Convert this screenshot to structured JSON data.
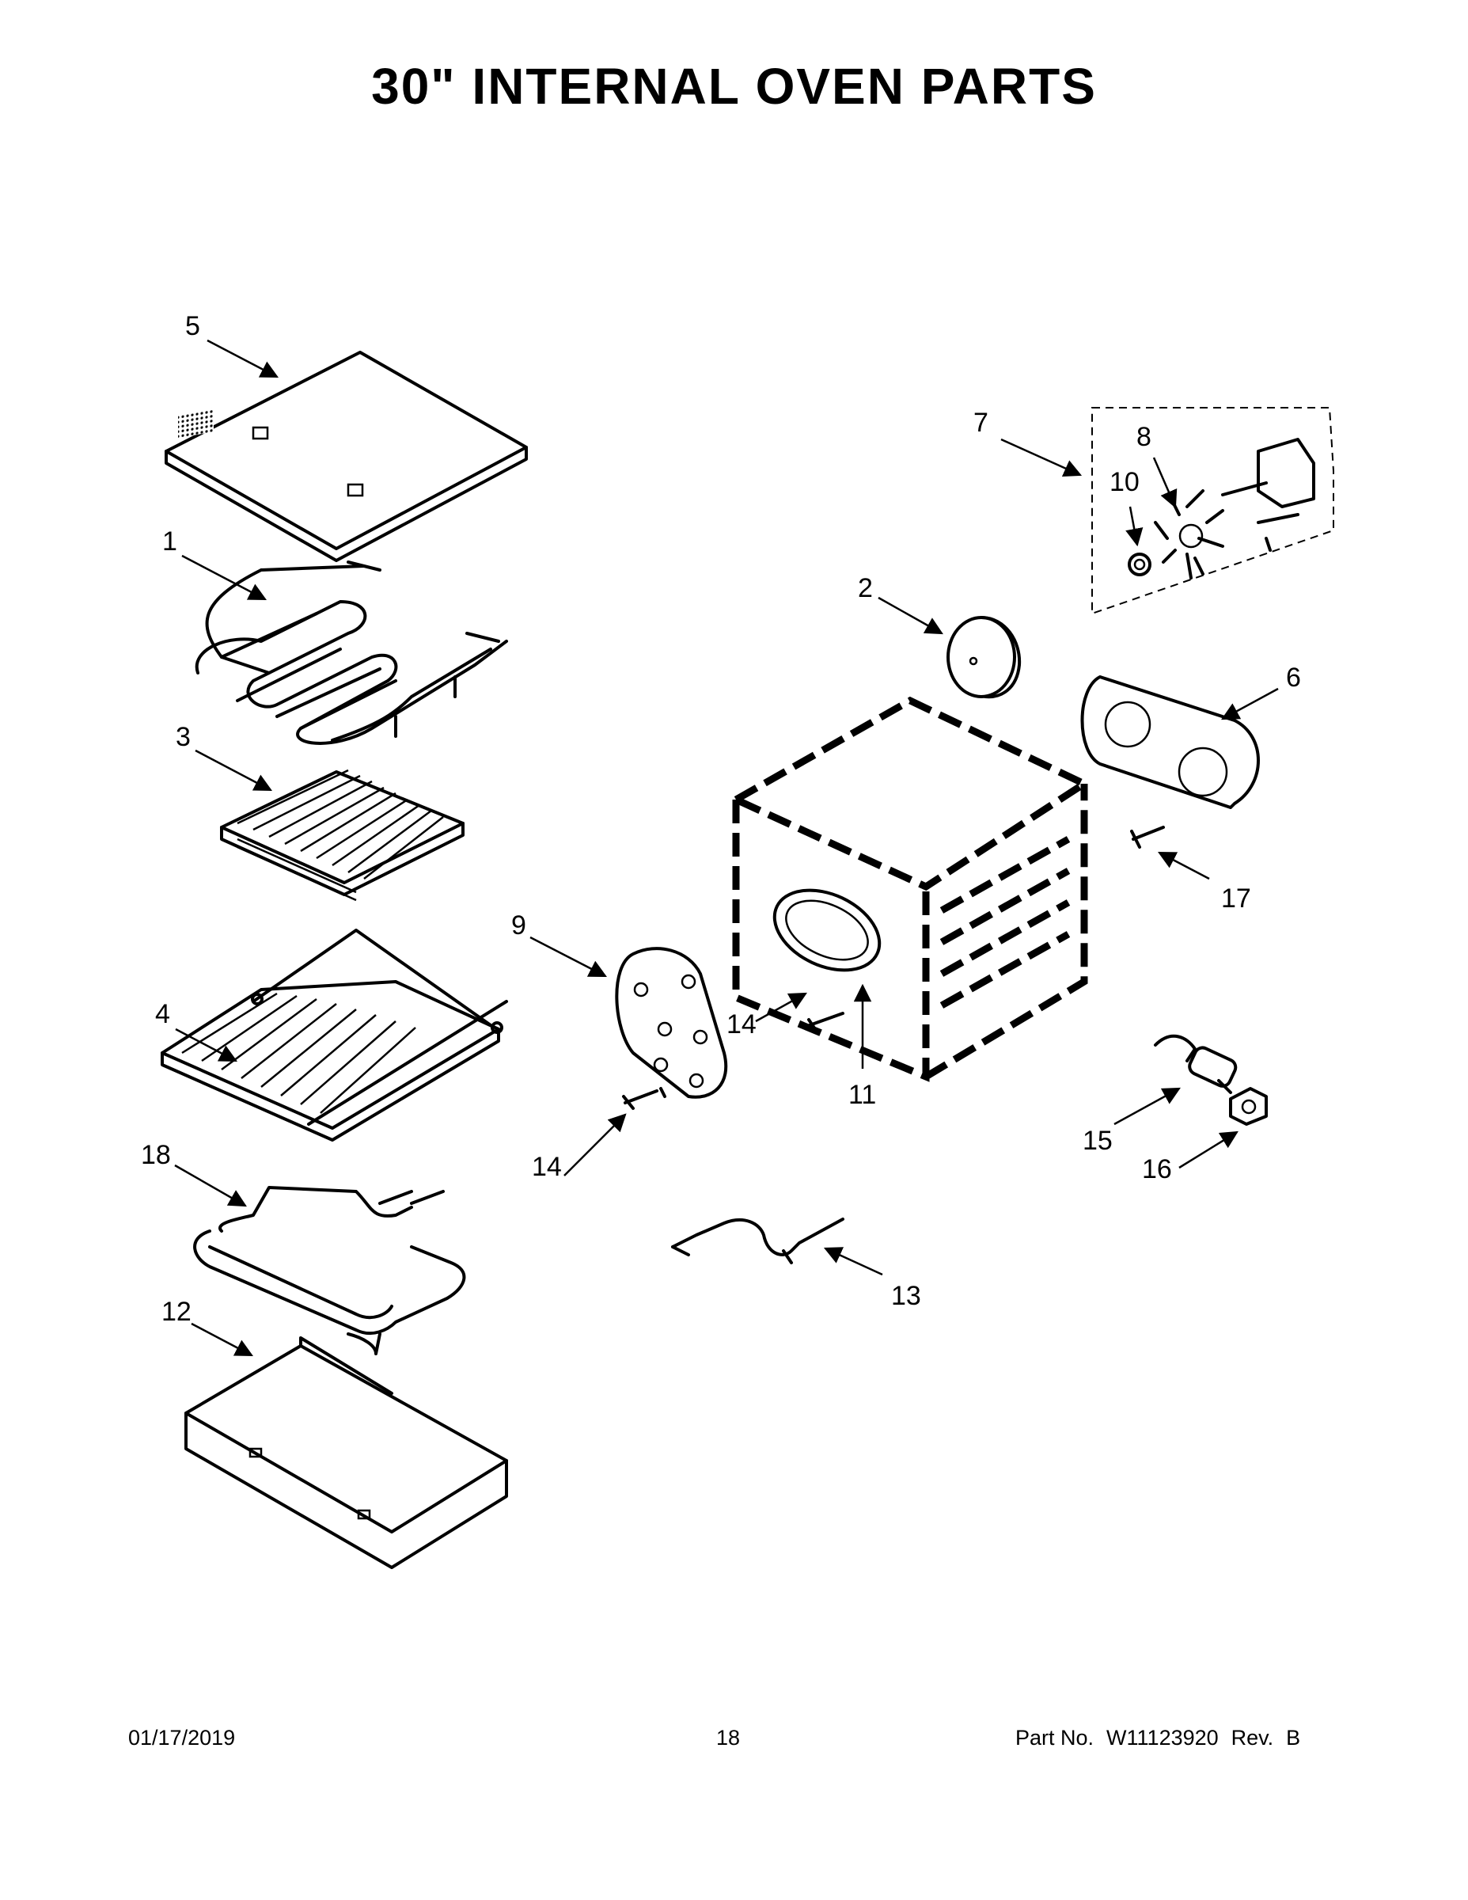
{
  "title": "30\" INTERNAL OVEN PARTS",
  "footer": {
    "date": "01/17/2019",
    "page": "18",
    "part_label": "Part No.",
    "part_number": "W11123920",
    "rev_label": "Rev.",
    "rev": "B"
  },
  "callouts": {
    "c1": "1",
    "c2": "2",
    "c3": "3",
    "c4": "4",
    "c5": "5",
    "c6": "6",
    "c7": "7",
    "c8": "8",
    "c9": "9",
    "c10": "10",
    "c11": "11",
    "c12": "12",
    "c13": "13",
    "c14a": "14",
    "c14b": "14",
    "c15": "15",
    "c16": "16",
    "c17": "17",
    "c18": "18"
  }
}
